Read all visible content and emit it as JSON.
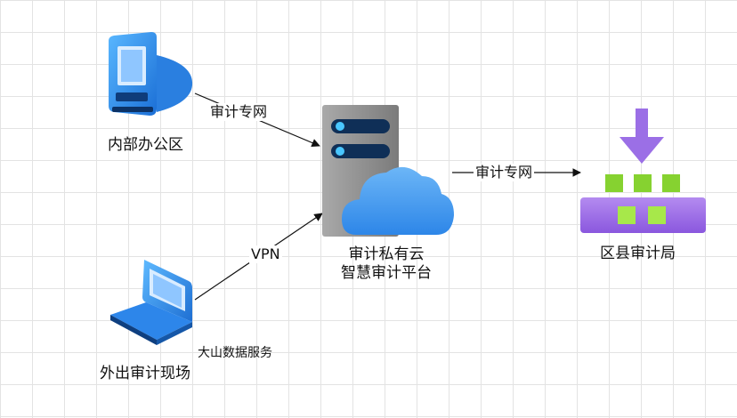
{
  "nodes": {
    "office": {
      "label": "内部办公区"
    },
    "field": {
      "label": "外出审计现场",
      "annotation": "大山数据服务"
    },
    "cloud": {
      "label_line1": "审计私有云",
      "label_line2": "智慧审计平台"
    },
    "bureau": {
      "label": "区县审计局"
    }
  },
  "edges": {
    "office_to_cloud": {
      "label": "审计专网"
    },
    "field_to_cloud": {
      "label": "VPN"
    },
    "cloud_to_bureau": {
      "label": "审计专网"
    }
  },
  "colors": {
    "monitor_blue": "#2f8cf0",
    "server_gray": "#8e8e8e",
    "cloud_blue": "#4aa2f3",
    "bureau_purple": "#a77de8",
    "bureau_green": "#86d230"
  }
}
